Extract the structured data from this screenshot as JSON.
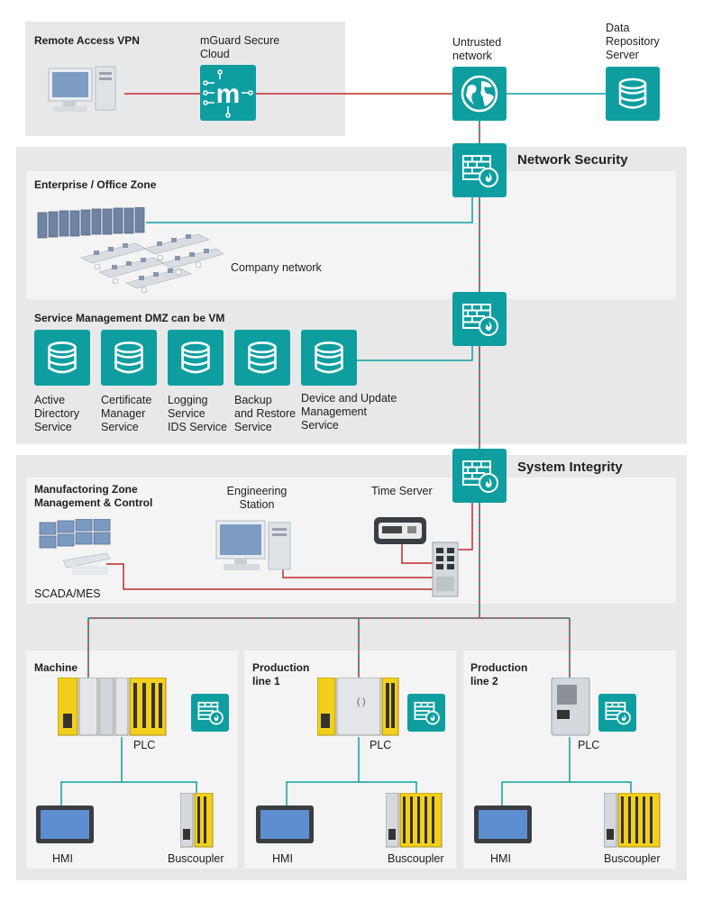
{
  "colors": {
    "teal": "#0e9ea0",
    "red": "#c0282d",
    "zone": "#e8e8e8",
    "panel": "#f4f4f4",
    "plc_yellow": "#f2cf1d"
  },
  "top": {
    "remote_access": "Remote Access VPN",
    "mguard": "mGuard Secure\nCloud",
    "untrusted": "Untrusted\nnetwork",
    "data_repo": "Data\nRepository\nServer"
  },
  "sections": {
    "network_security": "Network Security",
    "system_integrity": "System Integrity"
  },
  "enterprise": {
    "title": "Enterprise / Office Zone",
    "company_network": "Company network"
  },
  "dmz": {
    "title": "Service Management DMZ can be VM",
    "services": [
      "Active\nDirectory\nService",
      "Certificate\nManager\nService",
      "Logging\nService\nIDS Service",
      "Backup\nand Restore\nService",
      "Device and Update\nManagement\nService"
    ]
  },
  "manufacturing": {
    "title": "Manufactoring Zone\nManagement & Control",
    "engineering": "Engineering\nStation",
    "time_server": "Time Server",
    "scada": "SCADA/MES"
  },
  "lines": [
    {
      "title": "Machine",
      "plc": "PLC",
      "hmi": "HMI",
      "bus": "Buscoupler"
    },
    {
      "title": "Production\nline 1",
      "plc": "PLC",
      "hmi": "HMI",
      "bus": "Buscoupler"
    },
    {
      "title": "Production\nline 2",
      "plc": "PLC",
      "hmi": "HMI",
      "bus": "Buscoupler"
    }
  ],
  "icons": {
    "mguard": "mguard-cloud-icon",
    "globe": "globe-icon",
    "database": "database-icon",
    "firewall": "firewall-icon"
  }
}
